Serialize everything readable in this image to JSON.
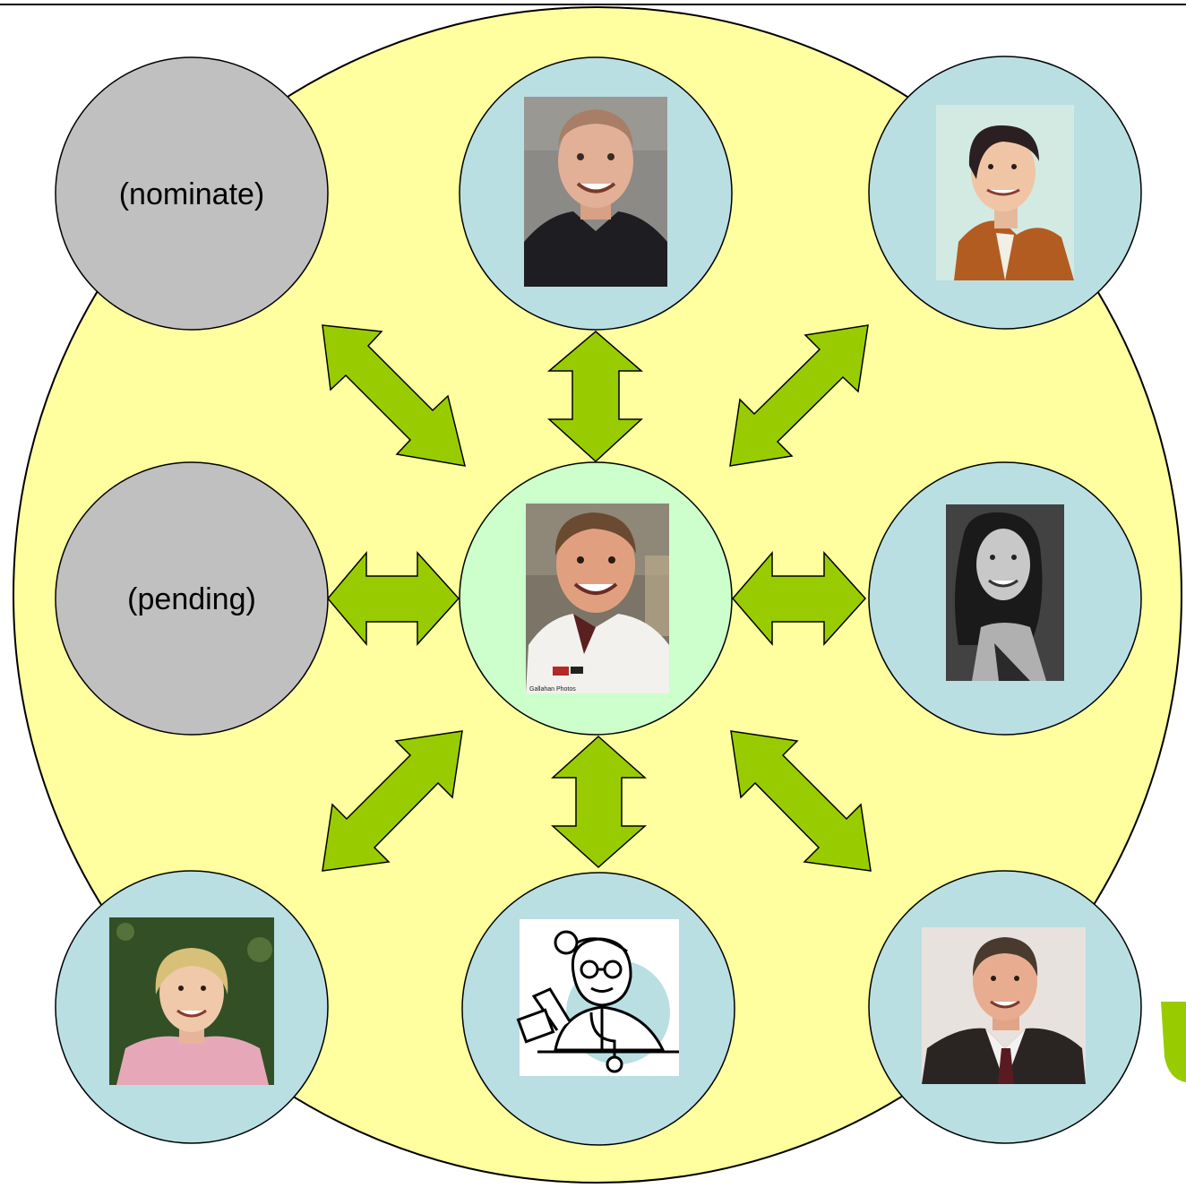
{
  "colors": {
    "background_circle": "#ffffa0",
    "member_circle": "#b9dfe3",
    "center_circle": "#ccffcc",
    "placeholder_circle": "#c0c0c0",
    "arrow_fill": "#99cc00",
    "stroke": "#000000",
    "logo_partial": "#99cc00"
  },
  "nodes": {
    "top_left": {
      "label": "(nominate)"
    },
    "middle_left": {
      "label": "(pending)"
    }
  },
  "center": {
    "photo_caption": "Gallahan Photos"
  }
}
